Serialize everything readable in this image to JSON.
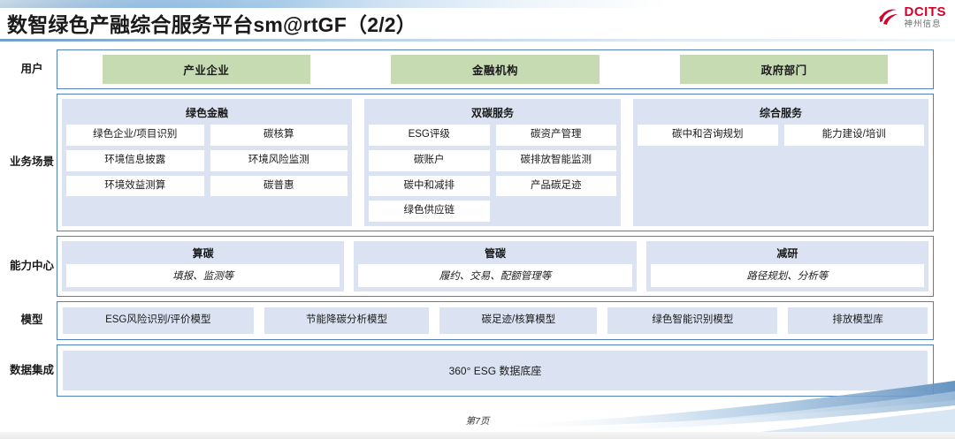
{
  "header": {
    "title": "数智绿色产融综合服务平台sm@rtGF（2/2）",
    "logo_name": "DCITS",
    "logo_sub": "神州信息"
  },
  "rows": {
    "users": {
      "label": "用户",
      "items": [
        "产业企业",
        "金融机构",
        "政府部门"
      ]
    },
    "scenarios": {
      "label": "业务场景",
      "groups": [
        {
          "title": "绿色金融",
          "items": [
            "绿色企业/项目识别",
            "碳核算",
            "环境信息披露",
            "环境风险监测",
            "环境效益测算",
            "碳普惠"
          ]
        },
        {
          "title": "双碳服务",
          "items": [
            "ESG评级",
            "碳资产管理",
            "碳账户",
            "碳排放智能监测",
            "碳中和减排",
            "产品碳足迹",
            "绿色供应链"
          ]
        },
        {
          "title": "综合服务",
          "items": [
            "碳中和咨询规划",
            "能力建设/培训"
          ]
        }
      ]
    },
    "capability": {
      "label": "能力中心",
      "groups": [
        {
          "title": "算碳",
          "subtitle": "填报、监测等"
        },
        {
          "title": "管碳",
          "subtitle": "履约、交易、配额管理等"
        },
        {
          "title": "减研",
          "subtitle": "路径规划、分析等"
        }
      ]
    },
    "models": {
      "label": "模型",
      "items": [
        "ESG风险识别/评价模型",
        "节能降碳分析模型",
        "碳足迹/核算模型",
        "绿色智能识别模型",
        "排放模型库"
      ]
    },
    "data": {
      "label": "数据集成",
      "item": "360° ESG 数据底座"
    }
  },
  "footer": {
    "page": "第7页"
  },
  "colors": {
    "panel_blue": "#dbe3f3",
    "user_green": "#c6dbb2",
    "border_blue": "#4f81bd",
    "brand_red": "#d3022a",
    "accent_banner": "#2f6ea8"
  }
}
